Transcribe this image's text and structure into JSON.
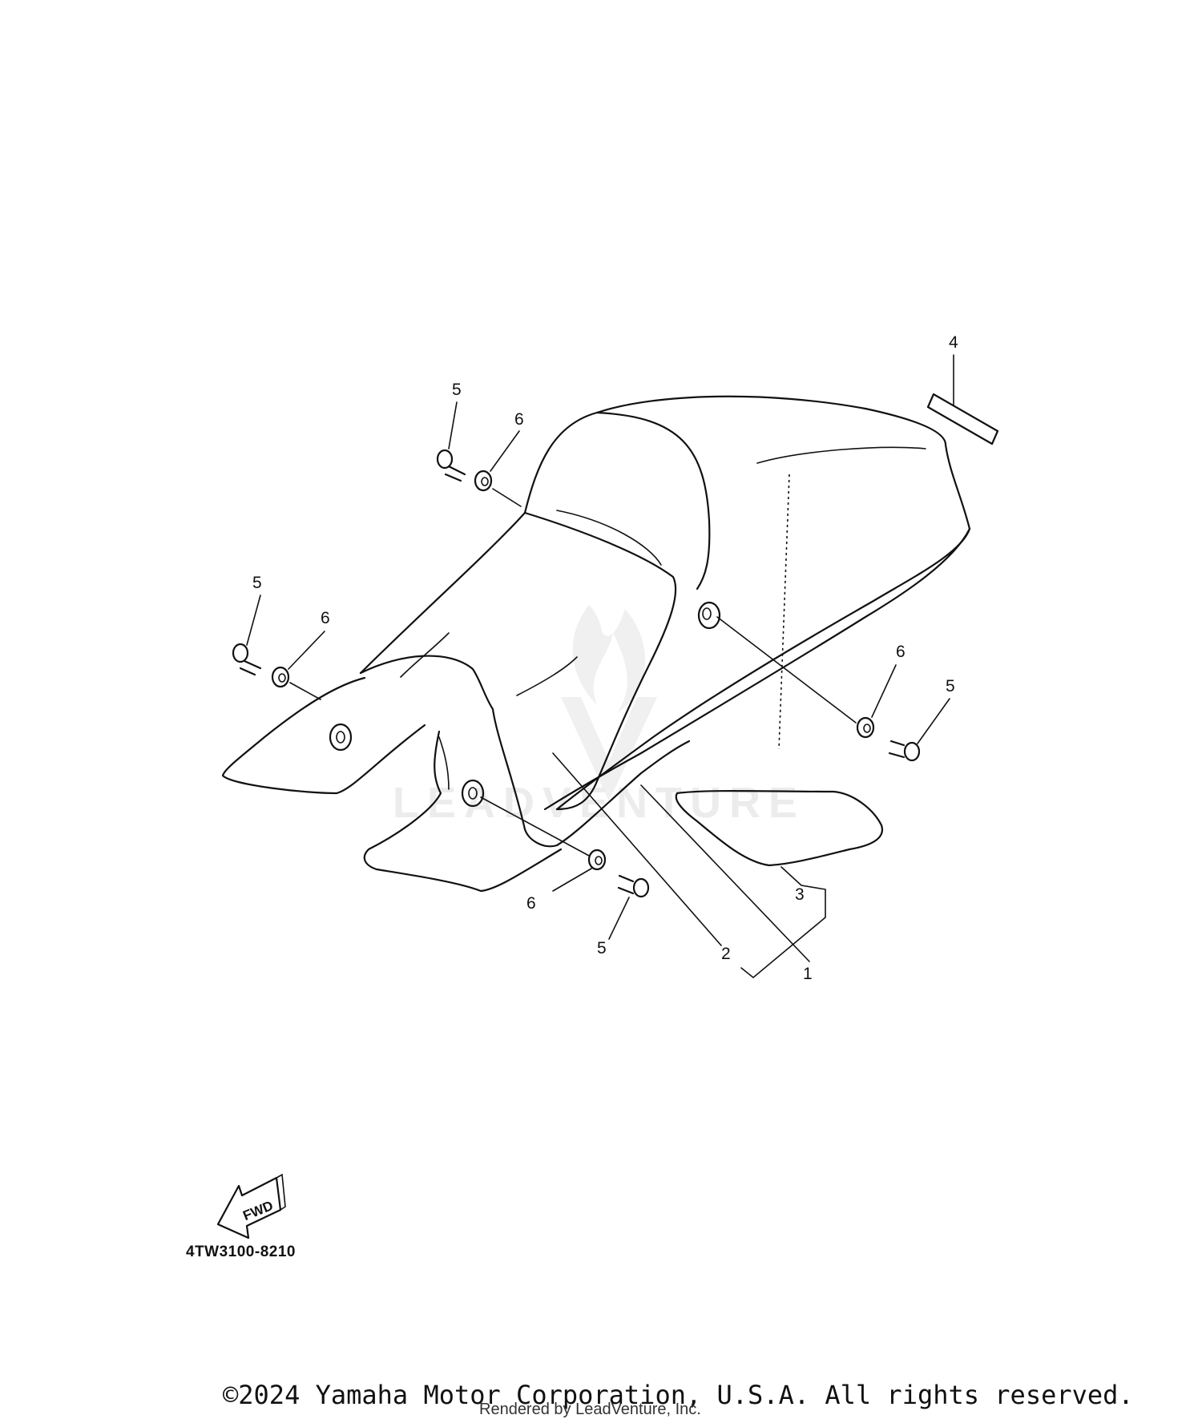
{
  "diagram": {
    "drawing_number": "4TW3100-8210",
    "fwd_label": "FWD",
    "watermark": "LEADVENTURE",
    "callouts": [
      {
        "id": "c1",
        "text": "1"
      },
      {
        "id": "c2",
        "text": "2"
      },
      {
        "id": "c3",
        "text": "3"
      },
      {
        "id": "c4",
        "text": "4"
      },
      {
        "id": "c5a",
        "text": "5"
      },
      {
        "id": "c6a",
        "text": "6"
      },
      {
        "id": "c5b",
        "text": "5"
      },
      {
        "id": "c6b",
        "text": "6"
      },
      {
        "id": "c6c",
        "text": "6"
      },
      {
        "id": "c5c",
        "text": "5"
      },
      {
        "id": "c6d",
        "text": "6"
      },
      {
        "id": "c5d",
        "text": "5"
      }
    ]
  },
  "footer": {
    "copyright": "©2024 Yamaha Motor Corporation, U.S.A. All rights reserved.",
    "rendered_by": "Rendered by LeadVenture, Inc."
  }
}
